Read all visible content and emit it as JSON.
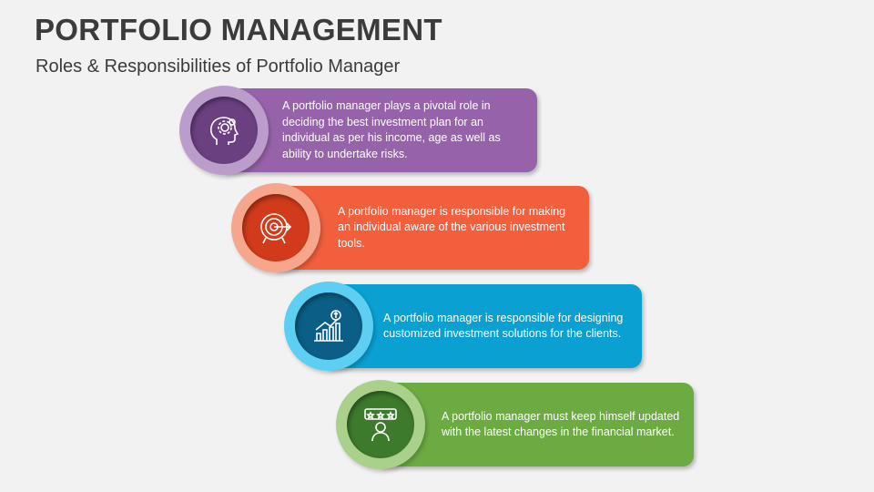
{
  "header": {
    "title": "PORTFOLIO MANAGEMENT",
    "subtitle": "Roles & Responsibilities of Portfolio Manager"
  },
  "items": [
    {
      "icon": "head-gears-icon",
      "text": "A portfolio manager plays a pivotal role in deciding the best investment plan for an individual as per his income, age as well as ability to undertake risks.",
      "colors": {
        "box": "#9662a9",
        "ring": "#bb9dcc",
        "inner": "#6b4080"
      }
    },
    {
      "icon": "target-arrow-icon",
      "text": "A portfolio manager is responsible for making an individual aware of the various investment tools.",
      "colors": {
        "box": "#f15f3d",
        "ring": "#f5a68c",
        "inner": "#d13a1b"
      }
    },
    {
      "icon": "growth-chart-icon",
      "text": "A portfolio manager is responsible for designing customized investment solutions for the clients.",
      "colors": {
        "box": "#0aa0d1",
        "ring": "#5ccff2",
        "inner": "#0b5e86"
      }
    },
    {
      "icon": "rating-person-icon",
      "text": "A portfolio manager must keep himself updated with the latest changes in the financial market.",
      "colors": {
        "box": "#6bab41",
        "ring": "#a9d18b",
        "inner": "#3d7a2b"
      }
    }
  ]
}
